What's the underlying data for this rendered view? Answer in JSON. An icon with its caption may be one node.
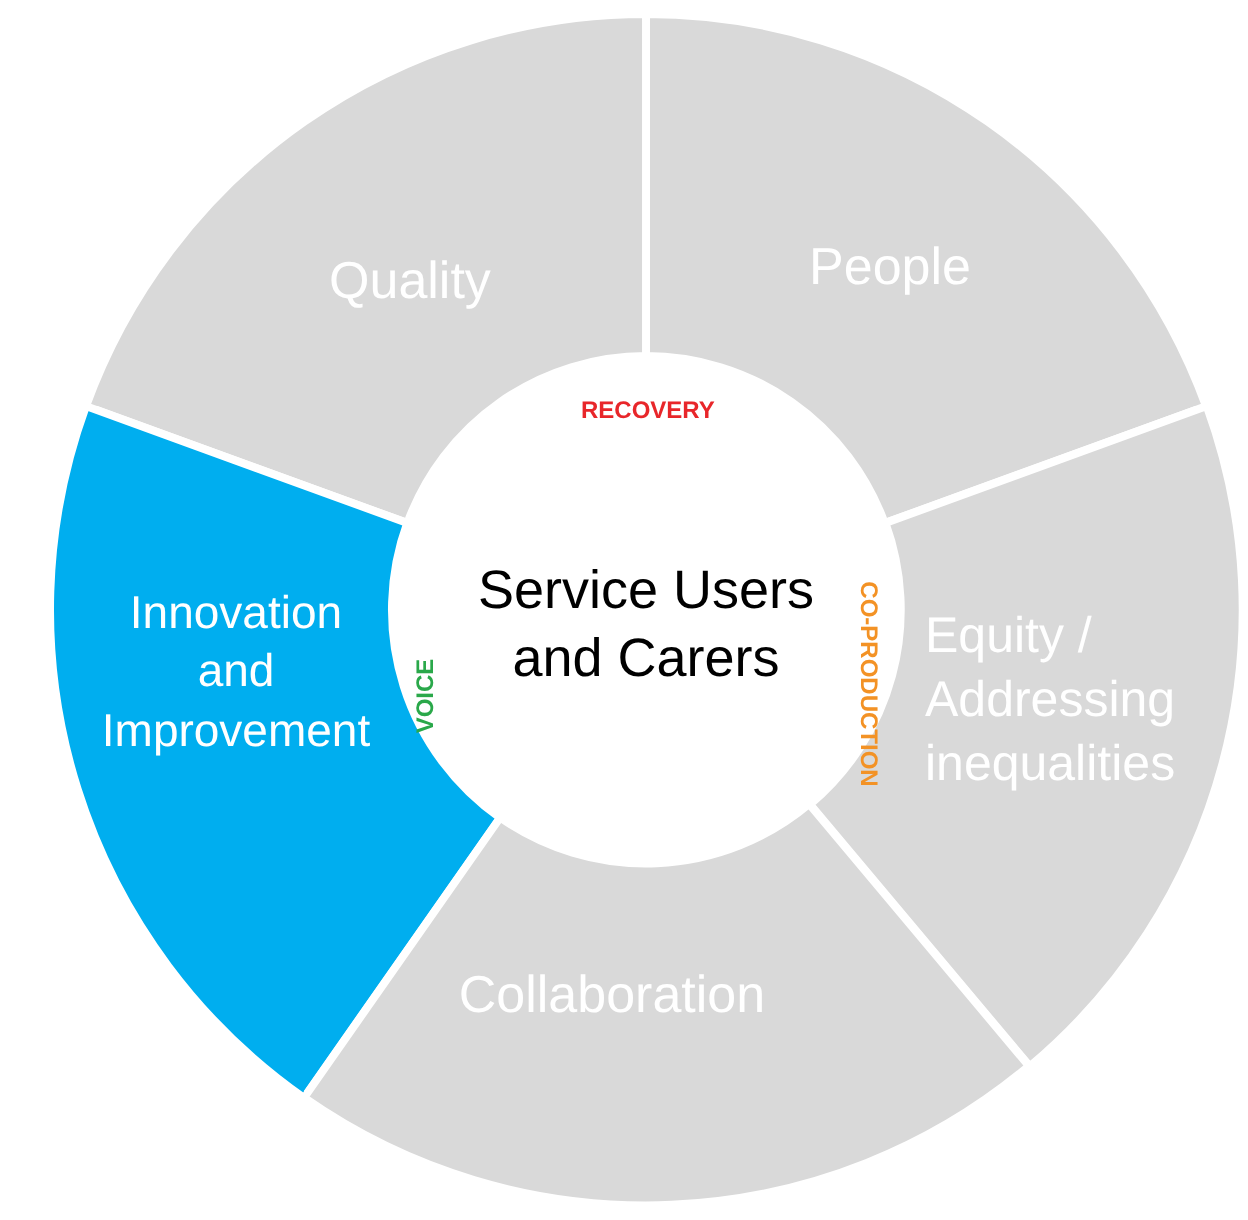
{
  "diagram": {
    "nodes": [
      {
        "text": [
          "Quality"
        ]
      },
      {
        "text": [
          "People"
        ]
      },
      {
        "text": [
          "Service Users and Carers"
        ]
      },
      {
        "text": [
          "Innovation and Improvement"
        ]
      },
      {
        "text": [
          "Equity / Addressing inequalities"
        ]
      },
      {
        "text": [
          "Collaboration"
        ]
      }
    ],
    "labels": [
      "RECOVERY",
      "VOICE",
      "CO-PRODUCTION"
    ]
  }
}
